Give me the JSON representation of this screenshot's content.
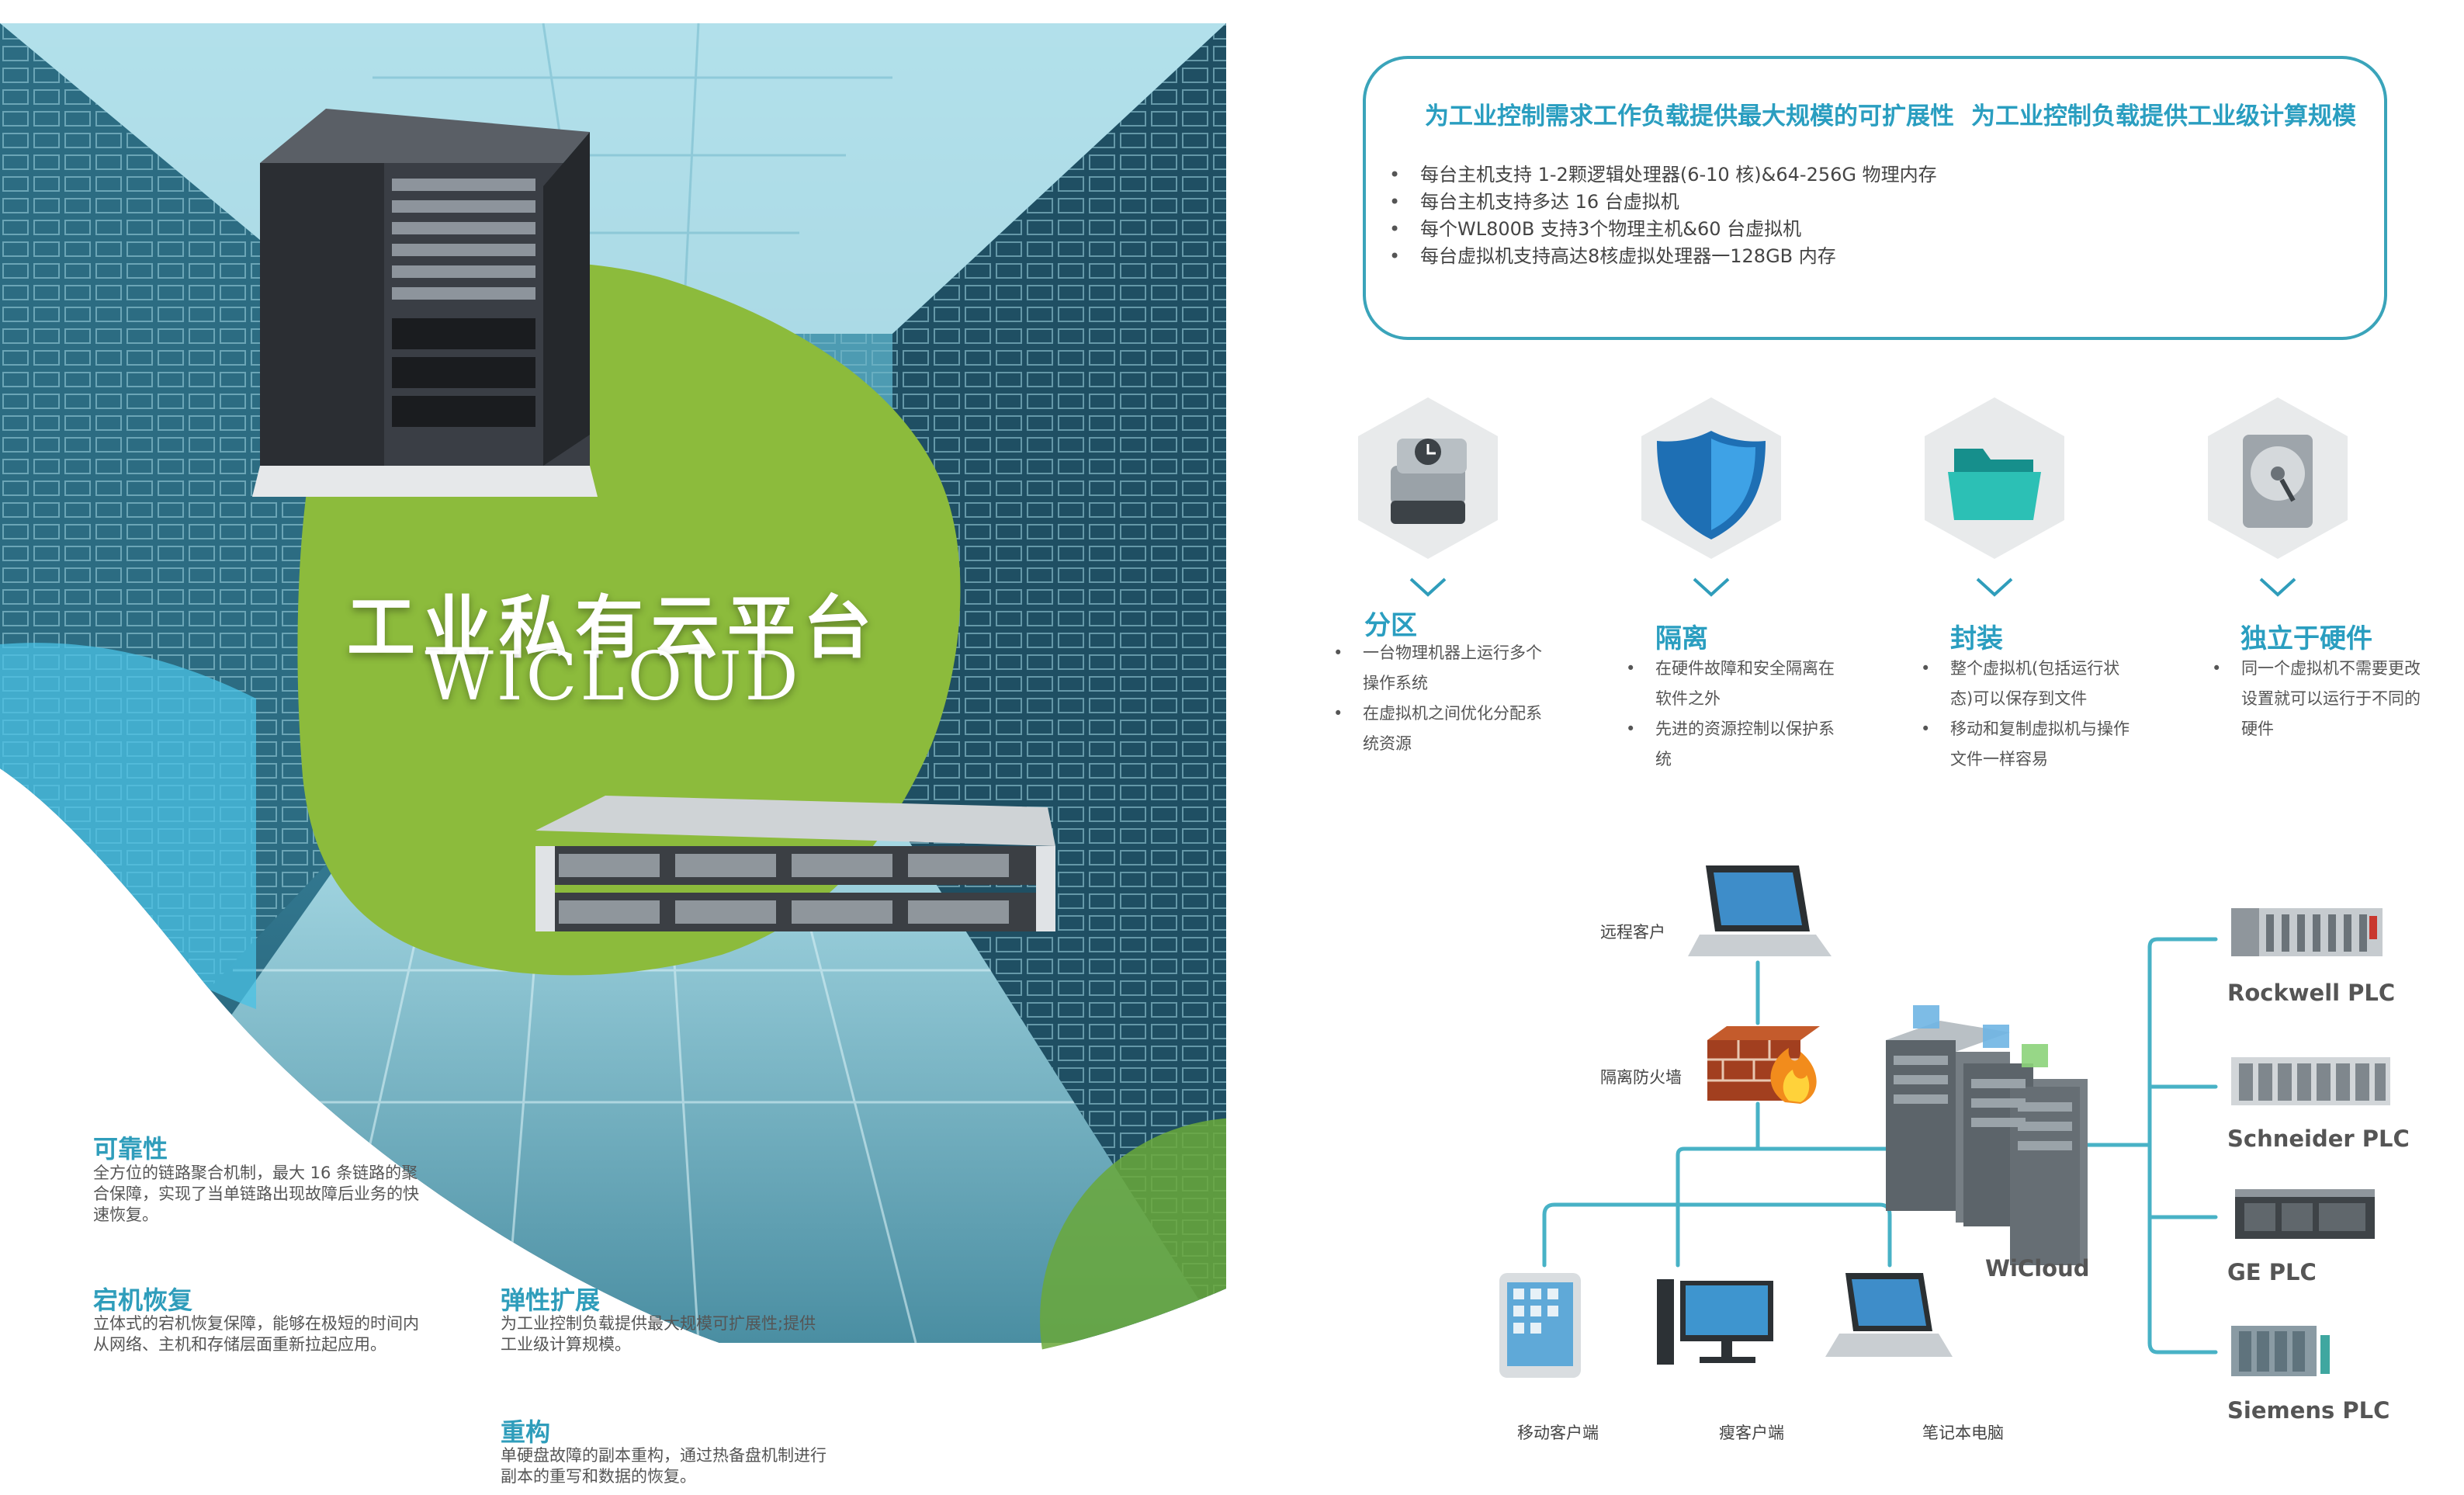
{
  "hero": {
    "title": "工业私有云平台",
    "subtitle": "WICLOUD"
  },
  "features": [
    {
      "title": "可靠性",
      "desc": [
        "全方位的链路聚合机制，最大 16 条链路的聚",
        "合保障，实现了当单链路出现故障后业务的快",
        "速恢复。"
      ]
    },
    {
      "title": "宕机恢复",
      "desc": [
        "立体式的宕机恢复保障，能够在极短的时间内",
        "从网络、主机和存储层面重新拉起应用。"
      ]
    },
    {
      "title": "弹性扩展",
      "desc": [
        "为工业控制负载提供最大规模可扩展性;提供",
        "工业级计算规模。"
      ]
    },
    {
      "title": "重构",
      "desc": [
        "单硬盘故障的副本重构，通过热备盘机制进行",
        "副本的重写和数据的恢复。"
      ]
    }
  ],
  "top_box": {
    "heading_left": "为工业控制需求工作负载提供最大规模的可扩展性",
    "heading_right": "为工业控制负载提供工业级计算规模",
    "items": [
      "每台主机支持 1-2颗逻辑处理器(6-10 核)&64-256G 物理内存",
      "每台主机支持多达 16 台虚拟机",
      "每个WL800B 支持3个物理主机&60 台虚拟机",
      "每台虚拟机支持高达8核虚拟处理器一128GB 内存"
    ]
  },
  "hex_features": [
    {
      "icon": "drive-clock-icon",
      "title": "分区",
      "lines": [
        [
          "一台物理机器上运行多个",
          "操作系统"
        ],
        [
          "在虚拟机之间优化分配系",
          "统资源"
        ]
      ]
    },
    {
      "icon": "shield-icon",
      "title": "隔离",
      "lines": [
        [
          "在硬件故障和安全隔离在",
          "软件之外"
        ],
        [
          "先进的资源控制以保护系",
          "统"
        ]
      ]
    },
    {
      "icon": "folder-icon",
      "title": "封装",
      "lines": [
        [
          "整个虚拟机(包括运行状",
          "态)可以保存到文件"
        ],
        [
          "移动和复制虚拟机与操作",
          "文件一样容易"
        ]
      ]
    },
    {
      "icon": "hard-disk-icon",
      "title": "独立于硬件",
      "lines": [
        [
          "同一个虚拟机不需要更改",
          "设置就可以运行于不同的",
          "硬件"
        ]
      ]
    }
  ],
  "network": {
    "remote_client": "远程客户",
    "firewall": "隔离防火墙",
    "mobile_client": "移动客户端",
    "thin_client": "瘦客户端",
    "laptop": "笔记本电脑",
    "wicloud": "WiCloud",
    "plcs": [
      "Rockwell PLC",
      "Schneider PLC",
      "GE PLC",
      "Siemens PLC"
    ]
  },
  "colors": {
    "accent": "#2f9dbb",
    "green": "#8cbb3c",
    "line": "#48b2c6"
  }
}
